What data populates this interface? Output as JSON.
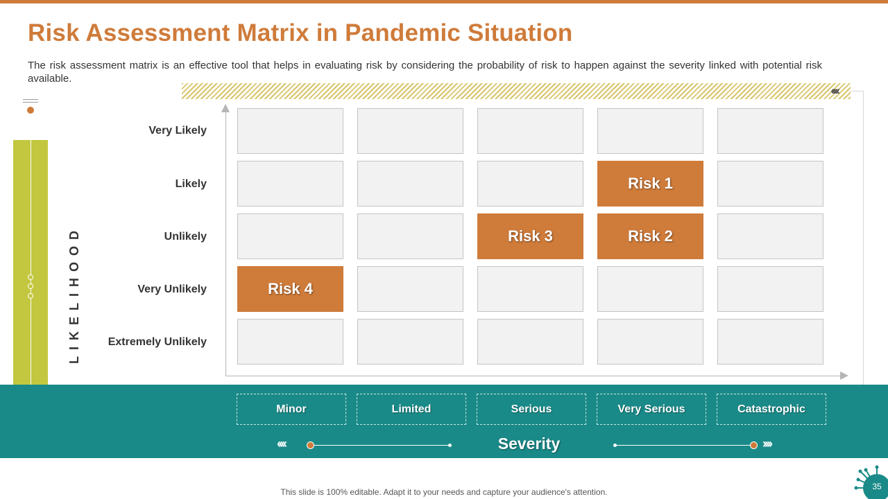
{
  "title": "Risk Assessment Matrix in Pandemic Situation",
  "subtitle": "The risk assessment matrix is an effective tool that helps in evaluating risk by considering the probability of risk to happen against the severity linked with potential risk available.",
  "likelihood_label": "LIKELIHOOD",
  "severity_label": "Severity",
  "likelihood_levels": [
    "Very Likely",
    "Likely",
    "Unlikely",
    "Very Unlikely",
    "Extremely  Unlikely"
  ],
  "severity_levels": [
    "Minor",
    "Limited",
    "Serious",
    "Very Serious",
    "Catastrophic"
  ],
  "risks": [
    {
      "label": "Risk 1",
      "likelihood": "Likely",
      "severity": "Very Serious"
    },
    {
      "label": "Risk 2",
      "likelihood": "Unlikely",
      "severity": "Very Serious"
    },
    {
      "label": "Risk 3",
      "likelihood": "Unlikely",
      "severity": "Serious"
    },
    {
      "label": "Risk 4",
      "likelihood": "Very Unlikely",
      "severity": "Minor"
    }
  ],
  "colors": {
    "accent": "#cf7b3a",
    "teal": "#1a8a88",
    "green": "#c2c73f",
    "empty_cell": "#f2f2f2"
  },
  "footer": "This slide is 100% editable. Adapt it to your needs and capture your audience's attention.",
  "page_number": "35"
}
